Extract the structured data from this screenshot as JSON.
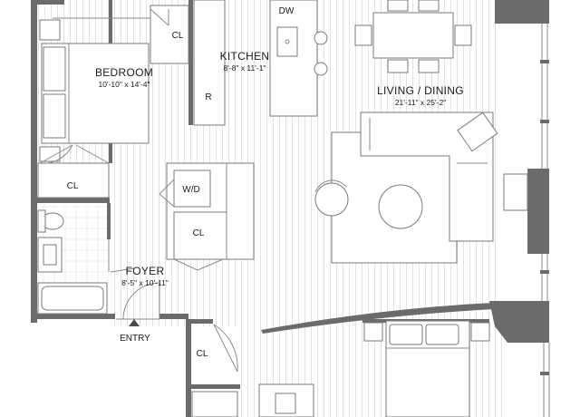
{
  "rooms": {
    "bedroom": {
      "name": "BEDROOM",
      "dims": "10'-10\" x 14'-4\""
    },
    "kitchen": {
      "name": "KITCHEN",
      "dims": "8'-8\" x 11'-1\""
    },
    "living": {
      "name": "LIVING / DINING",
      "dims": "21'-11\" x 25'-2\""
    },
    "foyer": {
      "name": "FOYER",
      "dims": "8'-5\" x 10'-11\""
    }
  },
  "labels": {
    "closet": "CL",
    "dishwasher": "DW",
    "refrigerator": "R",
    "washer_dryer": "W/D",
    "entry": "ENTRY"
  },
  "colors": {
    "wall": "#6b6b6b",
    "floor_lines": "#d9d9d9",
    "fixture_stroke": "#7a7a7a"
  }
}
